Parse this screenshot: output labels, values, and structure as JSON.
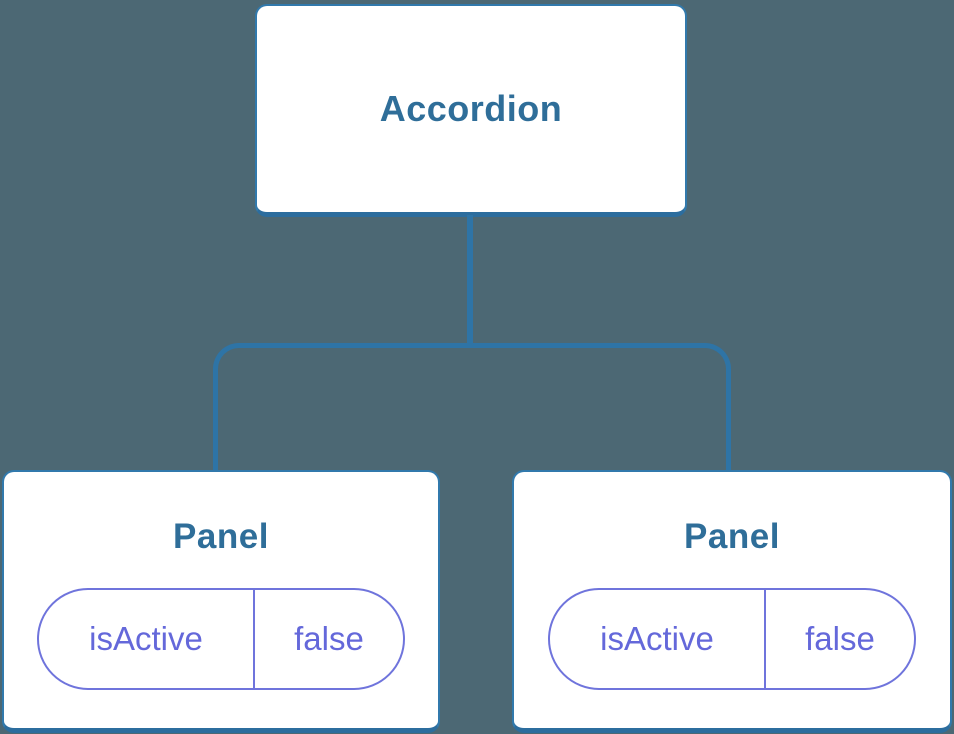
{
  "theme": {
    "background": "#4C6874",
    "connector": "#2E74A6",
    "card_bg": "#FFFFFF",
    "card_border": "#3179AC",
    "card_border_bottom": "#2C6D9E",
    "node_title": "#2F6E99",
    "state_text": "#6468DA",
    "state_border": "#6F74DC"
  },
  "tree": {
    "root": {
      "label": "Accordion"
    },
    "children": [
      {
        "label": "Panel",
        "state": {
          "key": "isActive",
          "value": "false"
        }
      },
      {
        "label": "Panel",
        "state": {
          "key": "isActive",
          "value": "false"
        }
      }
    ]
  }
}
